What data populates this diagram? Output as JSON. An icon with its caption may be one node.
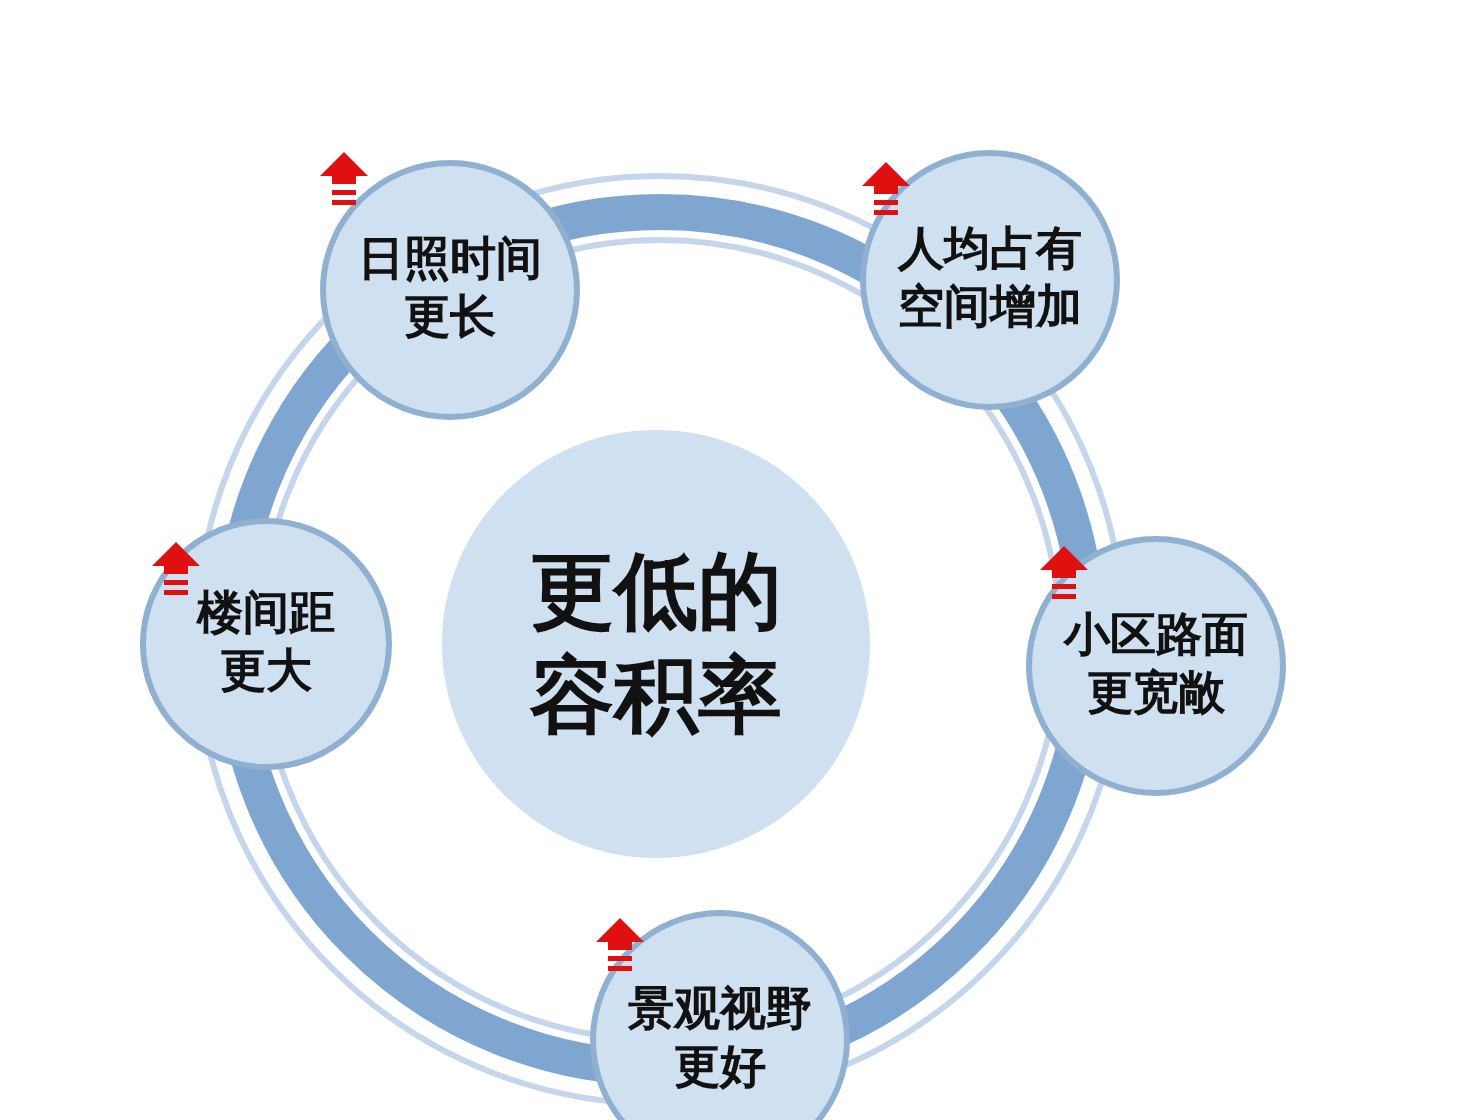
{
  "diagram": {
    "nodes": [
      {
        "text": [
          "更低的容积率"
        ]
      },
      {
        "text": [
          "日照时间更长"
        ]
      },
      {
        "text": [
          "人均占有空间增加"
        ]
      },
      {
        "text": [
          "小区路面更宽敞"
        ]
      },
      {
        "text": [
          "景观视野更好"
        ]
      },
      {
        "text": [
          "楼间距更大"
        ]
      }
    ]
  }
}
